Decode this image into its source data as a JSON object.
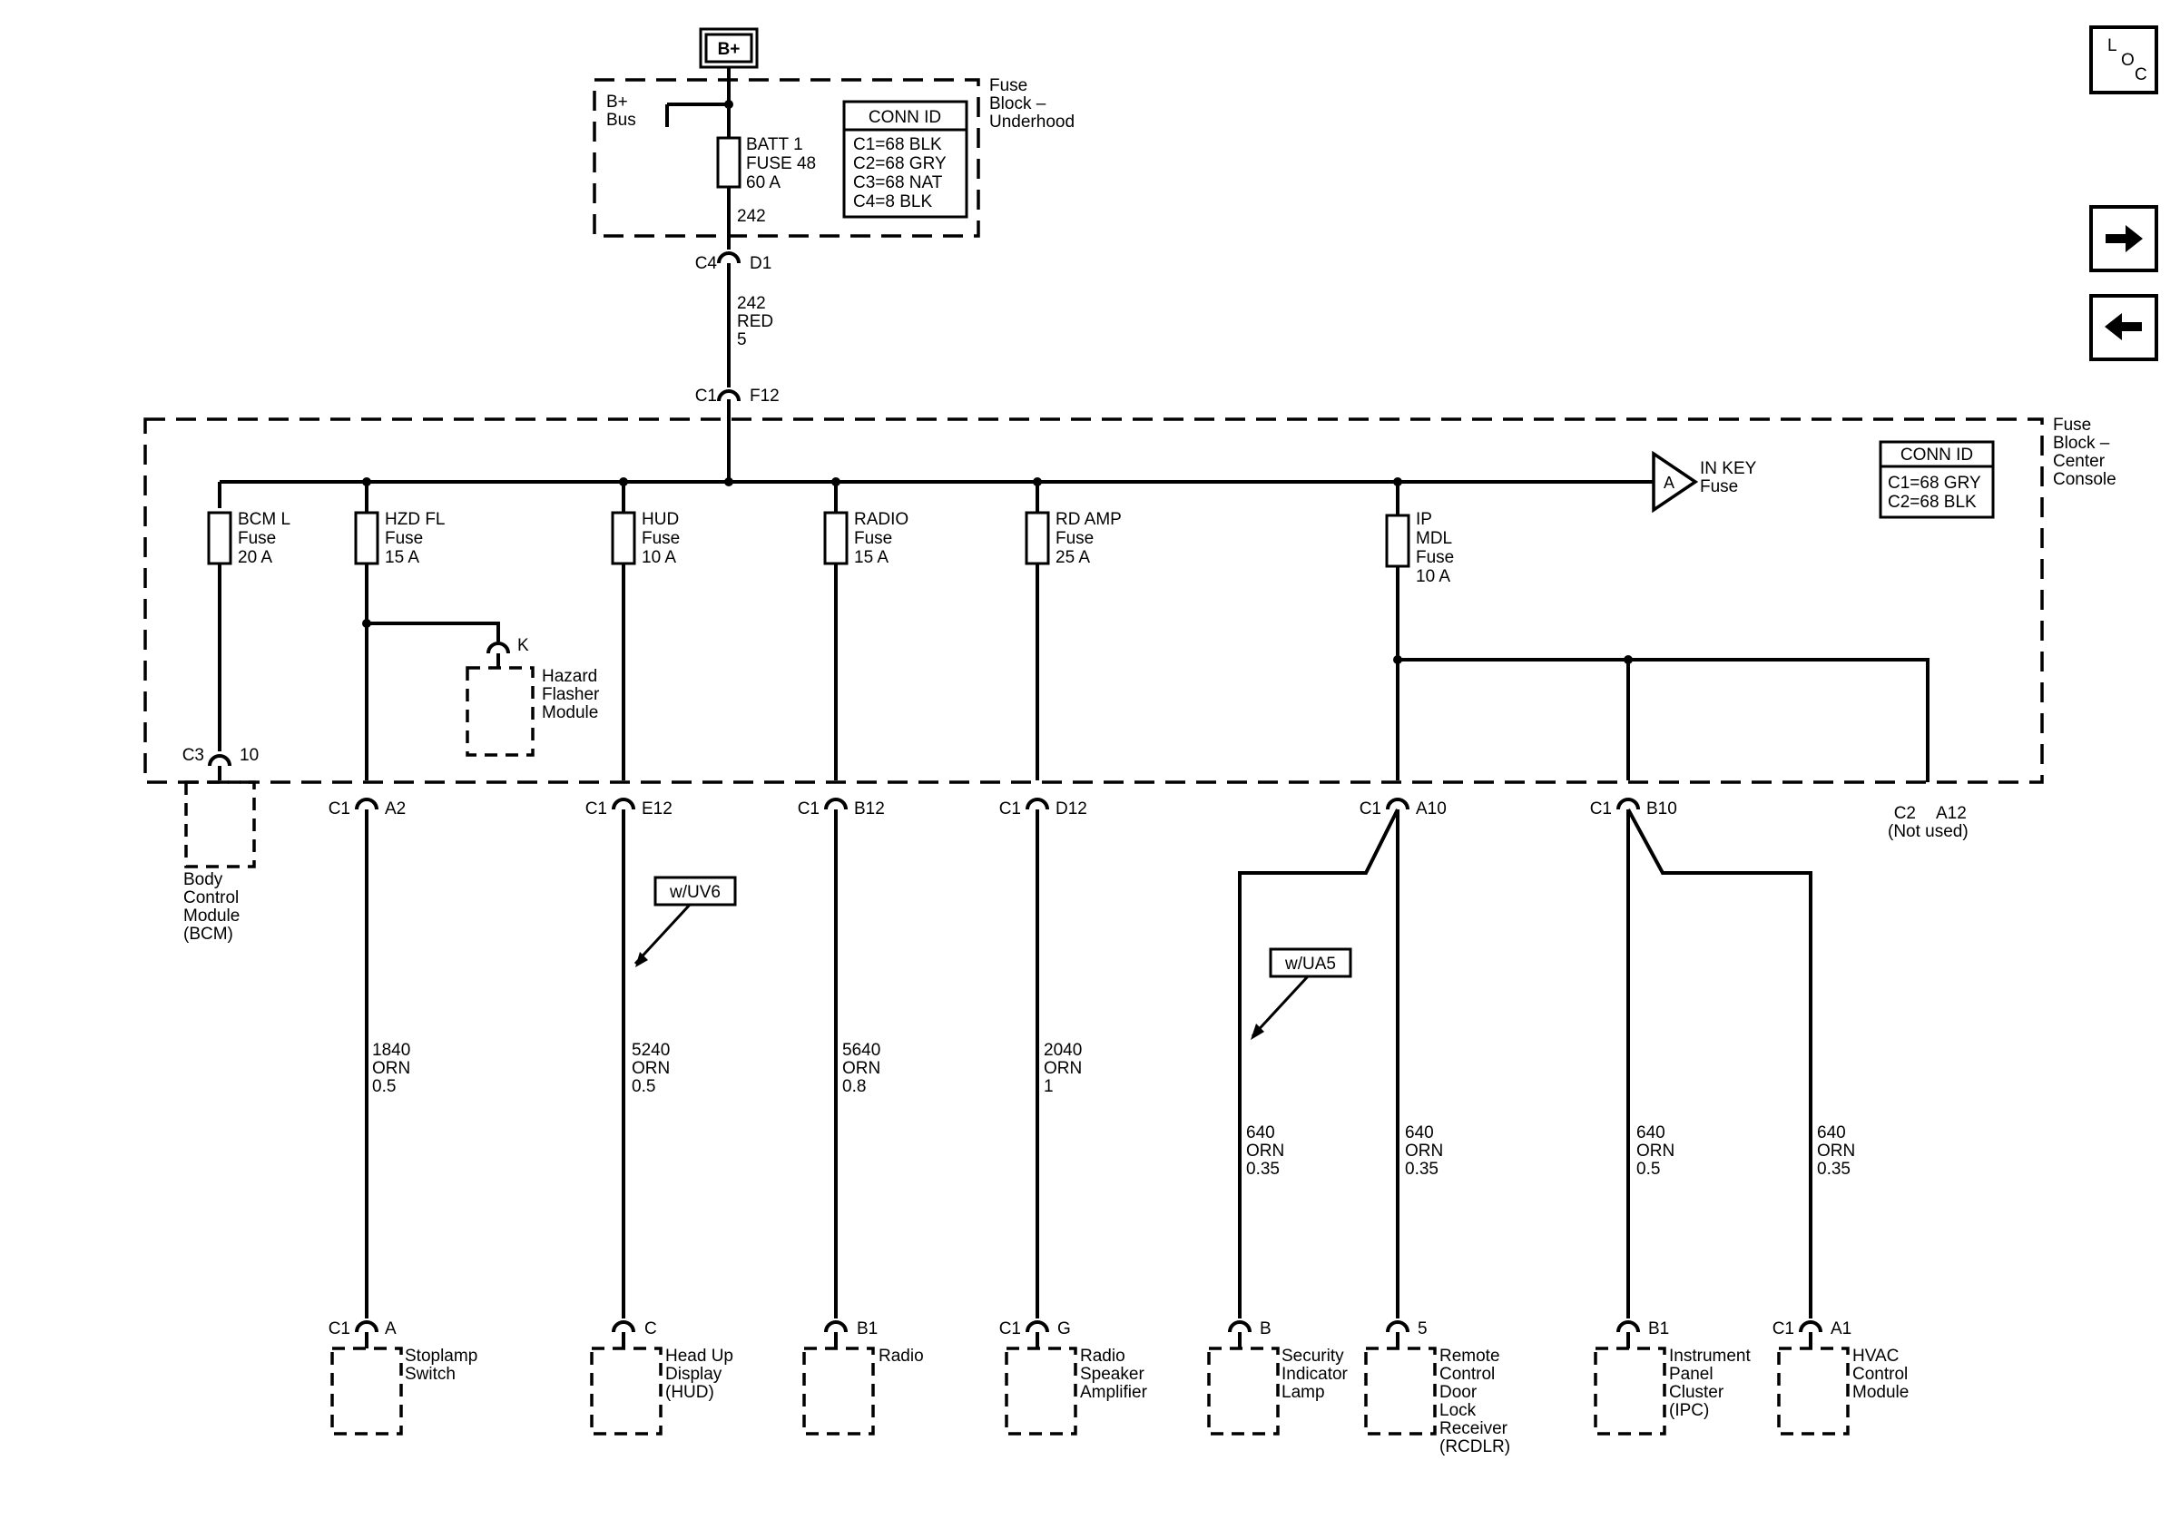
{
  "power_source": "B+",
  "underhood_block": {
    "name": [
      "Fuse",
      "Block –",
      "Underhood"
    ],
    "bus_label": [
      "B+",
      "Bus"
    ],
    "fuse": [
      "BATT 1",
      "FUSE 48",
      "60 A"
    ],
    "circuit_inside": "242",
    "conn_id": {
      "title": "CONN ID",
      "lines": [
        "C1=68 BLK",
        "C2=68 GRY",
        "C3=68 NAT",
        "C4=8 BLK"
      ]
    }
  },
  "conn_c4": {
    "conn": "C4",
    "pin": "D1"
  },
  "feed_wire": [
    "242",
    "RED",
    "5"
  ],
  "conn_c1_in": {
    "conn": "C1",
    "pin": "F12"
  },
  "center_block": {
    "name": [
      "Fuse",
      "Block –",
      "Center",
      "Console"
    ],
    "conn_id": {
      "title": "CONN ID",
      "lines": [
        "C1=68 GRY",
        "C2=68 BLK"
      ]
    },
    "offpage": {
      "letter": "A",
      "label": [
        "IN KEY",
        "Fuse"
      ]
    }
  },
  "fuses": [
    {
      "label": [
        "BCM L",
        "Fuse",
        "20 A"
      ]
    },
    {
      "label": [
        "HZD FL",
        "Fuse",
        "15 A"
      ]
    },
    {
      "label": [
        "HUD",
        "Fuse",
        "10 A"
      ]
    },
    {
      "label": [
        "RADIO",
        "Fuse",
        "15 A"
      ]
    },
    {
      "label": [
        "RD AMP",
        "Fuse",
        "25 A"
      ]
    },
    {
      "label": [
        "IP",
        "MDL",
        "Fuse",
        "10 A"
      ]
    }
  ],
  "hazard": {
    "pin": "K",
    "label": [
      "Hazard",
      "Flasher",
      "Module"
    ]
  },
  "bcm": {
    "conn": "C3",
    "pin": "10",
    "label": [
      "Body",
      "Control",
      "Module",
      "(BCM)"
    ]
  },
  "out_connectors": [
    {
      "conn": "C1",
      "pin": "A2"
    },
    {
      "conn": "C1",
      "pin": "E12"
    },
    {
      "conn": "C1",
      "pin": "B12"
    },
    {
      "conn": "C1",
      "pin": "D12"
    },
    {
      "conn": "C1",
      "pin": "A10"
    },
    {
      "conn": "C1",
      "pin": "B10"
    },
    {
      "conn": "C2",
      "pin": "A12",
      "note": "(Not used)"
    }
  ],
  "options": [
    {
      "label": "w/UV6"
    },
    {
      "label": "w/UA5"
    }
  ],
  "wires": [
    [
      "1840",
      "ORN",
      "0.5"
    ],
    [
      "5240",
      "ORN",
      "0.5"
    ],
    [
      "5640",
      "ORN",
      "0.8"
    ],
    [
      "2040",
      "ORN",
      "1"
    ],
    [
      "640",
      "ORN",
      "0.35"
    ],
    [
      "640",
      "ORN",
      "0.35"
    ],
    [
      "640",
      "ORN",
      "0.5"
    ],
    [
      "640",
      "ORN",
      "0.35"
    ]
  ],
  "components": [
    {
      "conn": "C1",
      "pin": "A",
      "label": [
        "Stoplamp",
        "Switch"
      ]
    },
    {
      "conn": "",
      "pin": "C",
      "label": [
        "Head Up",
        "Display",
        "(HUD)"
      ]
    },
    {
      "conn": "",
      "pin": "B1",
      "label": [
        "Radio"
      ]
    },
    {
      "conn": "C1",
      "pin": "G",
      "label": [
        "Radio",
        "Speaker",
        "Amplifier"
      ]
    },
    {
      "conn": "",
      "pin": "B",
      "label": [
        "Security",
        "Indicator",
        "Lamp"
      ]
    },
    {
      "conn": "",
      "pin": "5",
      "label": [
        "Remote",
        "Control",
        "Door",
        "Lock",
        "Receiver",
        "(RCDLR)"
      ]
    },
    {
      "conn": "",
      "pin": "B1",
      "label": [
        "Instrument",
        "Panel",
        "Cluster",
        "(IPC)"
      ]
    },
    {
      "conn": "C1",
      "pin": "A1",
      "label": [
        "HVAC",
        "Control",
        "Module"
      ]
    }
  ],
  "nav": {
    "loc_label": [
      "L",
      "O",
      "C"
    ],
    "next_icon": "arrow-right-icon",
    "prev_icon": "arrow-left-icon"
  }
}
